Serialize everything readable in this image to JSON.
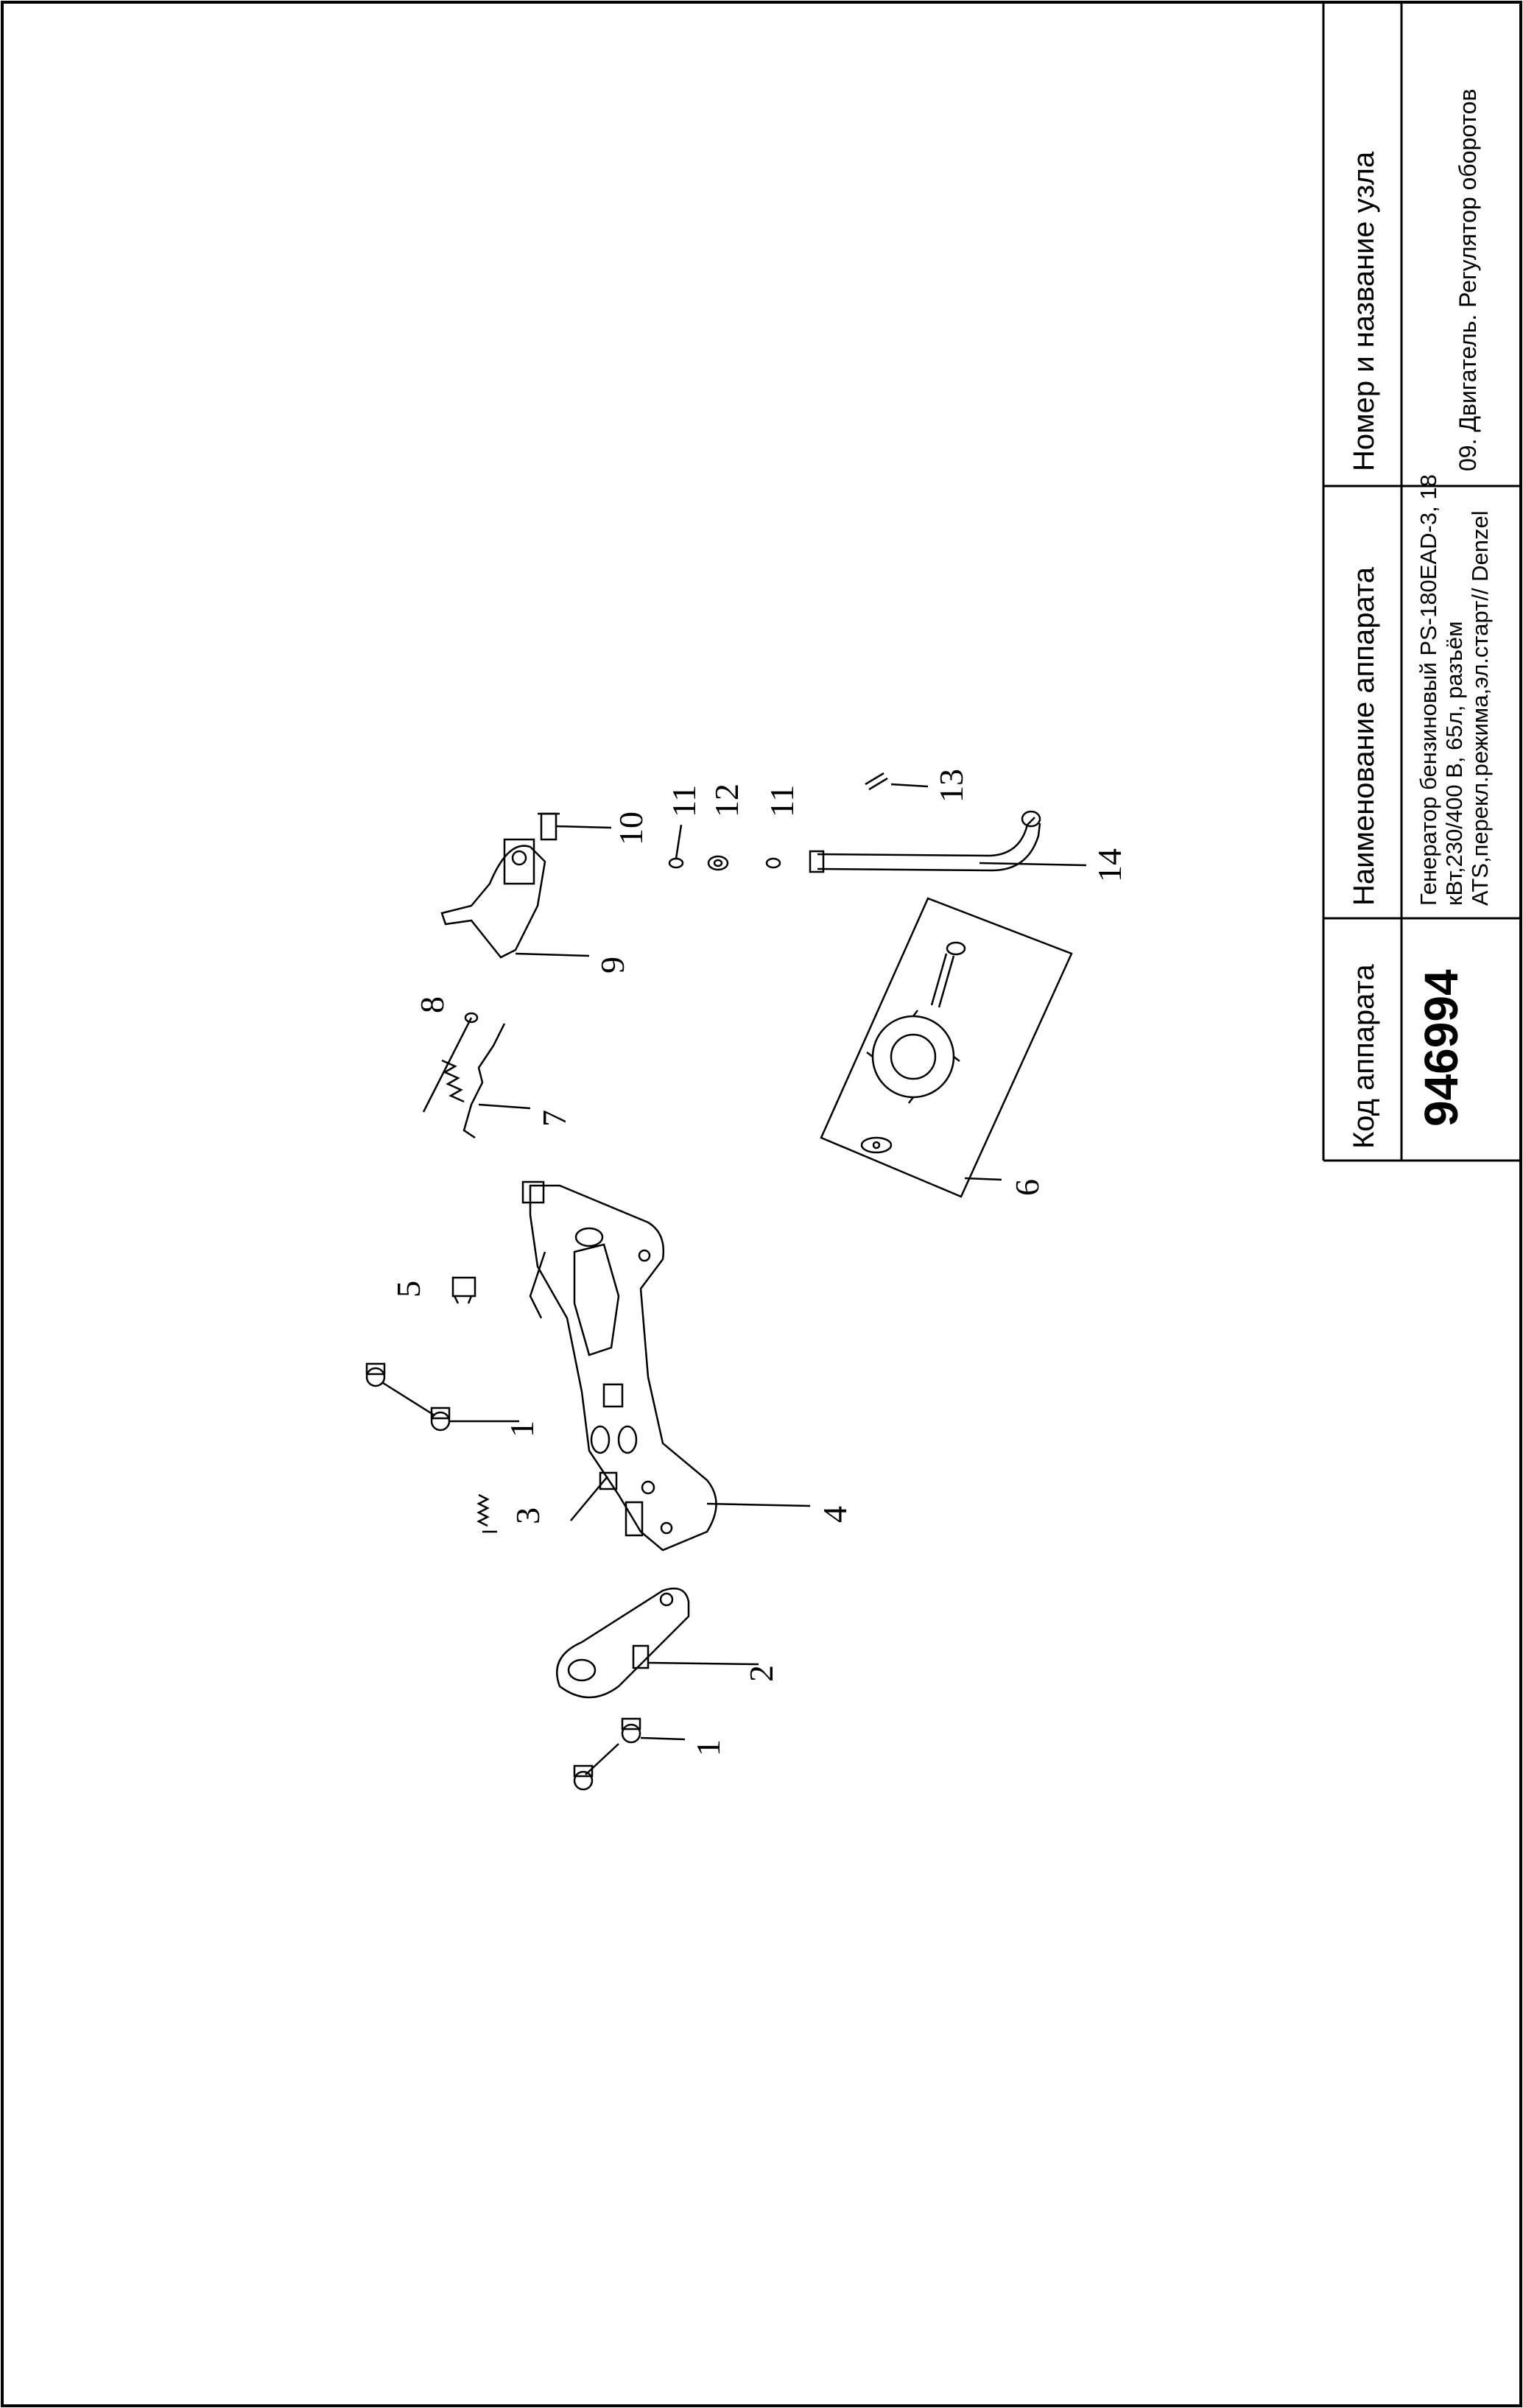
{
  "title_block": {
    "code_header": "Код аппарата",
    "code_value": "946994",
    "device_header": "Наименование аппарата",
    "device_name": "Генератор бензиновый PS-180EAD-3, 18 кВт,230/400 В, 65л, разъём ATS,перекл.режима,эл.старт// Denzel",
    "node_header": "Номер и название узла",
    "node_name": "09. Двигатель. Регулятор оборотов"
  },
  "callouts": [
    "1",
    "1",
    "2",
    "3",
    "4",
    "5",
    "6",
    "7",
    "8",
    "9",
    "10",
    "11",
    "12",
    "11",
    "13",
    "14"
  ],
  "colors": {
    "line": "#000000",
    "background": "#ffffff"
  }
}
